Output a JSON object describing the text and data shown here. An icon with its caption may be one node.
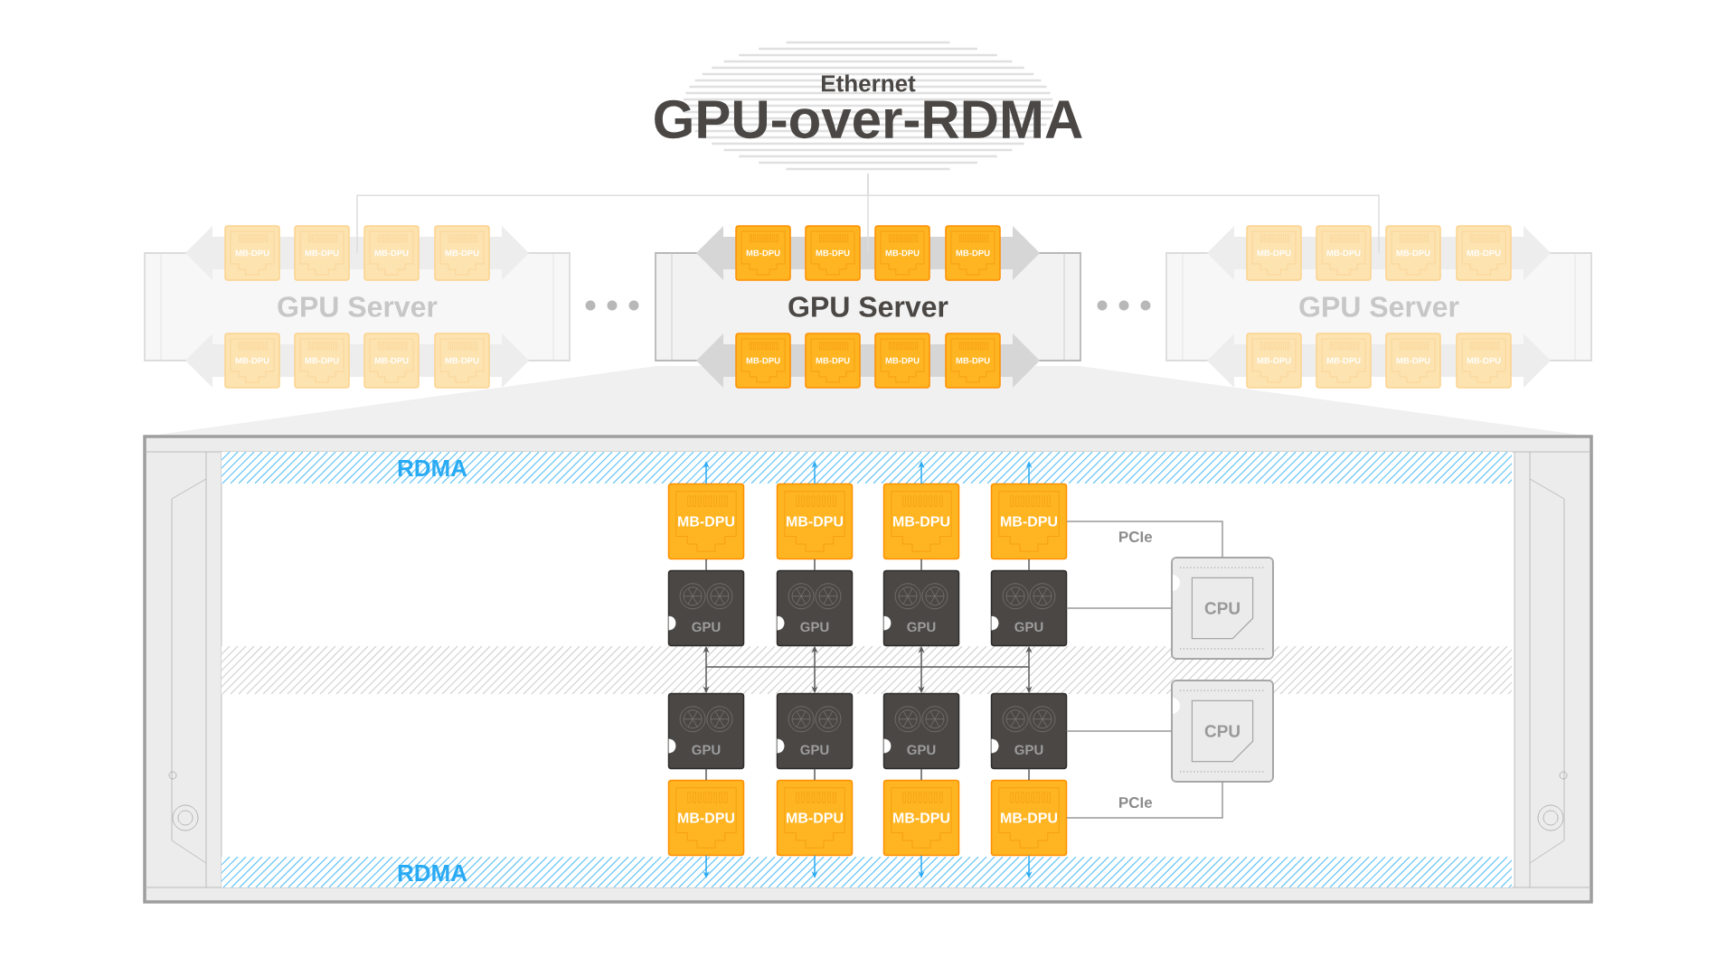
{
  "diagram": {
    "nodes": [
      {
        "text": [
          "Ethernet",
          "GPU-over-RDMA"
        ]
      },
      {
        "text": [
          "GPU Server"
        ]
      },
      {
        "text": [
          "MB-DPU"
        ]
      },
      {
        "text": [
          "MB-DPU"
        ]
      },
      {
        "text": [
          "MB-DPU"
        ]
      },
      {
        "text": [
          "MB-DPU"
        ]
      },
      {
        "text": [
          "MB-DPU"
        ]
      },
      {
        "text": [
          "MB-DPU"
        ]
      },
      {
        "text": [
          "MB-DPU"
        ]
      },
      {
        "text": [
          "MB-DPU"
        ]
      },
      {
        "text": [
          "GPU Server"
        ]
      },
      {
        "text": [
          "MB-DPU"
        ]
      },
      {
        "text": [
          "MB-DPU"
        ]
      },
      {
        "text": [
          "MB-DPU"
        ]
      },
      {
        "text": [
          "MB-DPU"
        ]
      },
      {
        "text": [
          "MB-DPU"
        ]
      },
      {
        "text": [
          "MB-DPU"
        ]
      },
      {
        "text": [
          "MB-DPU"
        ]
      },
      {
        "text": [
          "MB-DPU"
        ]
      },
      {
        "text": [
          "GPU Server"
        ]
      },
      {
        "text": [
          "MB-DPU"
        ]
      },
      {
        "text": [
          "MB-DPU"
        ]
      },
      {
        "text": [
          "MB-DPU"
        ]
      },
      {
        "text": [
          "MB-DPU"
        ]
      },
      {
        "text": [
          "MB-DPU"
        ]
      },
      {
        "text": [
          "MB-DPU"
        ]
      },
      {
        "text": [
          "MB-DPU"
        ]
      },
      {
        "text": [
          "MB-DPU"
        ]
      },
      {
        "text": [
          "RDMA"
        ]
      },
      {
        "text": [],
        "shape": "band"
      },
      {
        "text": [
          "MB-DPU"
        ]
      },
      {
        "text": [
          "MB-DPU"
        ]
      },
      {
        "text": [
          "MB-DPU"
        ]
      },
      {
        "text": [
          "MB-DPU"
        ]
      },
      {
        "text": [
          "GPU"
        ]
      },
      {
        "text": [
          "GPU"
        ]
      },
      {
        "text": [
          "GPU"
        ]
      },
      {
        "text": [
          "GPU"
        ]
      },
      {
        "text": [
          "GPU"
        ]
      },
      {
        "text": [
          "GPU"
        ]
      },
      {
        "text": [
          "GPU"
        ]
      },
      {
        "text": [
          "GPU"
        ]
      },
      {
        "text": [
          "MB-DPU"
        ]
      },
      {
        "text": [
          "MB-DPU"
        ]
      },
      {
        "text": [
          "MB-DPU"
        ]
      },
      {
        "text": [
          "MB-DPU"
        ]
      },
      {
        "text": [
          "CPU"
        ]
      },
      {
        "text": [
          "CPU"
        ]
      },
      {
        "text": [
          "RDMA"
        ]
      }
    ],
    "edges": [
      {
        "from": 0,
        "to": 1,
        "arrow": "none",
        "color": "#dddddd"
      },
      {
        "from": 0,
        "to": 10,
        "arrow": "none",
        "color": "#dddddd"
      },
      {
        "from": 0,
        "to": 19,
        "arrow": "none",
        "color": "#dddddd"
      },
      {
        "from": 30,
        "to": 28,
        "arrow": "to",
        "color": "#29aaf4"
      },
      {
        "from": 31,
        "to": 28,
        "arrow": "to",
        "color": "#29aaf4"
      },
      {
        "from": 32,
        "to": 28,
        "arrow": "to",
        "color": "#29aaf4"
      },
      {
        "from": 33,
        "to": 28,
        "arrow": "to",
        "color": "#29aaf4"
      },
      {
        "from": 30,
        "to": 34,
        "arrow": "none"
      },
      {
        "from": 31,
        "to": 35,
        "arrow": "none"
      },
      {
        "from": 32,
        "to": 36,
        "arrow": "none"
      },
      {
        "from": 33,
        "to": 37,
        "arrow": "none"
      },
      {
        "from": 33,
        "to": 46,
        "arrow": "none",
        "label": "PCIe",
        "color": "#999999"
      },
      {
        "from": 37,
        "to": 46,
        "arrow": "none",
        "color": "#999999"
      },
      {
        "from": 29,
        "to": 34,
        "arrow": "to"
      },
      {
        "from": 29,
        "to": 35,
        "arrow": "to"
      },
      {
        "from": 29,
        "to": 36,
        "arrow": "to"
      },
      {
        "from": 29,
        "to": 37,
        "arrow": "to"
      },
      {
        "from": 29,
        "to": 38,
        "arrow": "to"
      },
      {
        "from": 29,
        "to": 39,
        "arrow": "to"
      },
      {
        "from": 29,
        "to": 40,
        "arrow": "to"
      },
      {
        "from": 29,
        "to": 41,
        "arrow": "to"
      },
      {
        "from": 41,
        "to": 47,
        "arrow": "none",
        "color": "#999999"
      },
      {
        "from": 38,
        "to": 42,
        "arrow": "none"
      },
      {
        "from": 39,
        "to": 43,
        "arrow": "none"
      },
      {
        "from": 40,
        "to": 44,
        "arrow": "none"
      },
      {
        "from": 41,
        "to": 45,
        "arrow": "none"
      },
      {
        "from": 45,
        "to": 47,
        "arrow": "none",
        "label": "PCIe",
        "color": "#999999"
      },
      {
        "from": 42,
        "to": 48,
        "arrow": "to",
        "color": "#29aaf4"
      },
      {
        "from": 43,
        "to": 48,
        "arrow": "to",
        "color": "#29aaf4"
      },
      {
        "from": 44,
        "to": 48,
        "arrow": "to",
        "color": "#29aaf4"
      },
      {
        "from": 45,
        "to": 48,
        "arrow": "to",
        "color": "#29aaf4"
      }
    ]
  }
}
